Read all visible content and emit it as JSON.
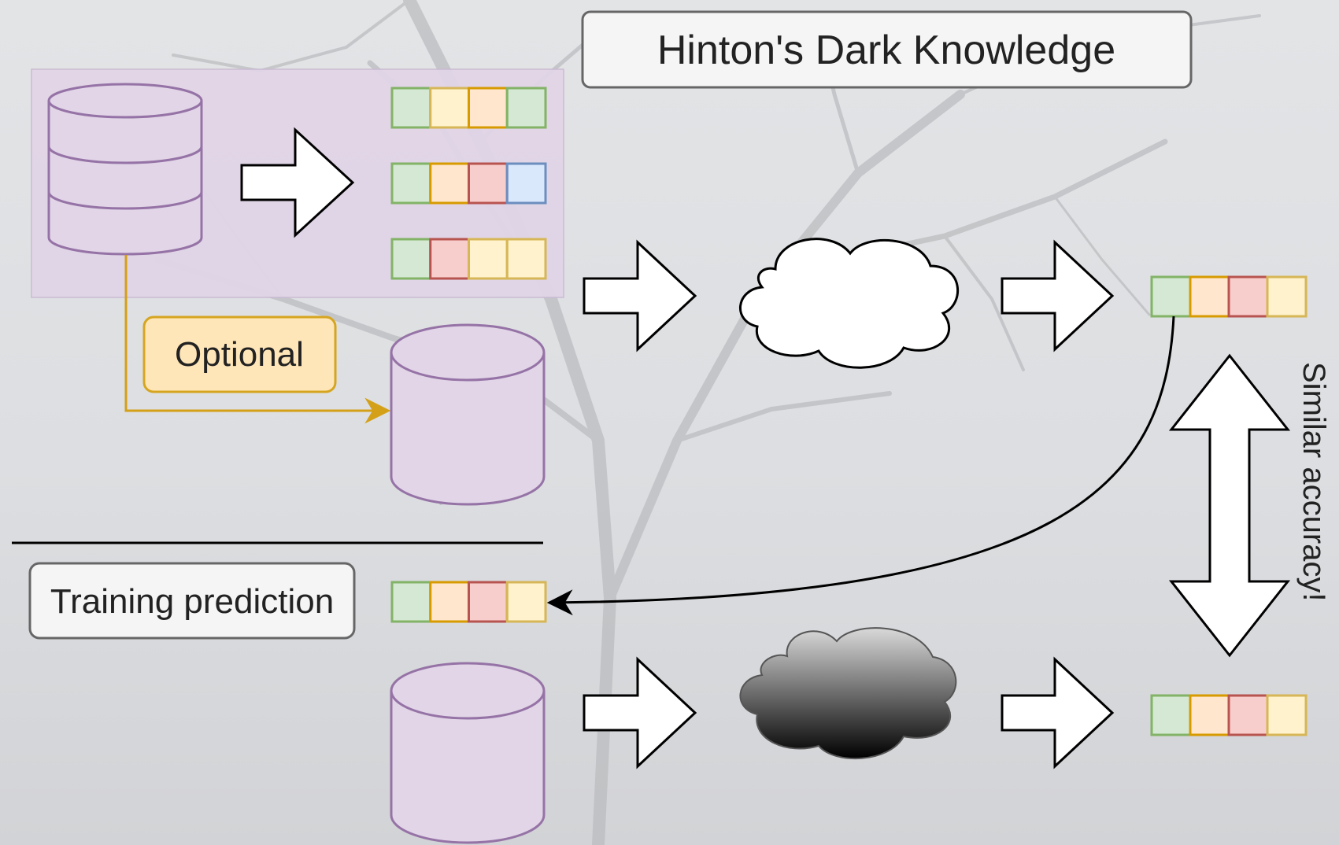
{
  "title": "Hinton's Dark Knowledge",
  "optional_label": "Optional",
  "training_prediction_label": "Training prediction",
  "similar_accuracy_label": "Similar accuracy!",
  "colors": {
    "green": "#d5e8d4",
    "green_stroke": "#82b366",
    "yellow": "#fff2cc",
    "yellow_stroke": "#d6b656",
    "orange": "#ffe6cc",
    "orange_stroke": "#d79b00",
    "red": "#f8cecc",
    "red_stroke": "#b85450",
    "blue": "#dae8fc",
    "blue_stroke": "#6c8ebf",
    "purple": "#e1d5e7",
    "purple_stroke": "#9673a6",
    "optional_fill": "#ffe6b8",
    "optional_stroke": "#d6a520",
    "optional_line": "#d4a017"
  },
  "label_vectors": [
    [
      "green",
      "yellow",
      "orange",
      "green"
    ],
    [
      "green",
      "orange",
      "red",
      "blue"
    ],
    [
      "green",
      "red",
      "yellow",
      "yellow"
    ],
    [
      "green",
      "orange",
      "red",
      "yellow"
    ],
    [
      "green",
      "orange",
      "red",
      "yellow"
    ],
    [
      "green",
      "orange",
      "red",
      "yellow"
    ]
  ]
}
